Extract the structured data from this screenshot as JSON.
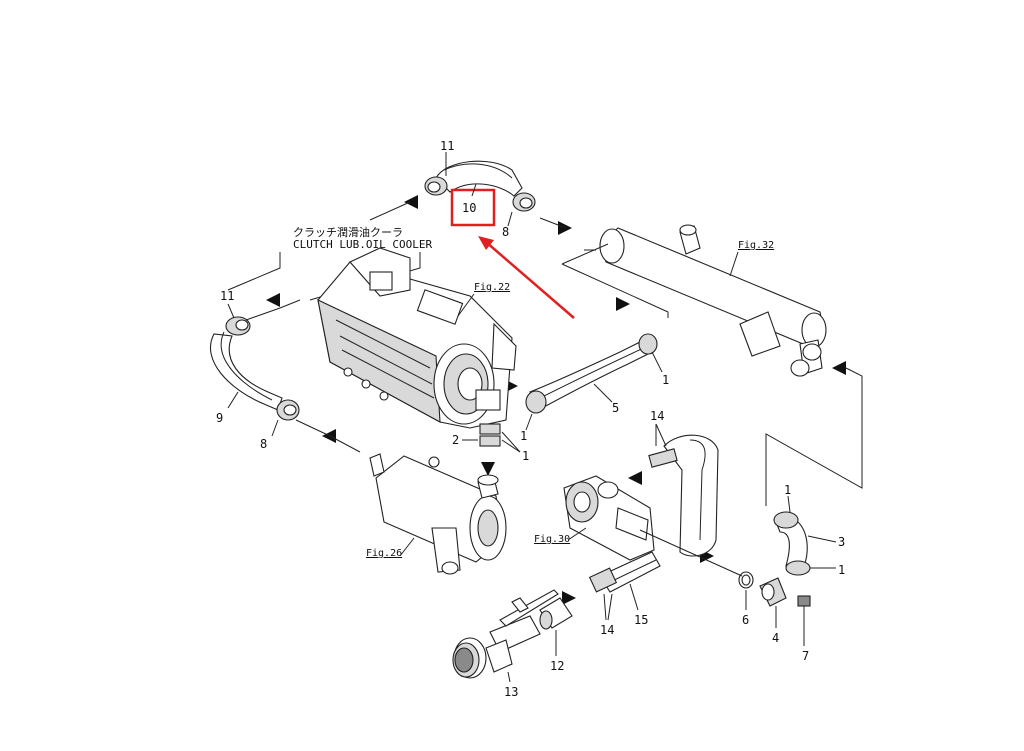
{
  "title": {
    "jp": "クラッチ潤滑油クーラ",
    "en": "CLUTCH LUB.OIL COOLER"
  },
  "figure_refs": {
    "fig32": "Fig.32",
    "fig22": "Fig.22",
    "fig26": "Fig.26",
    "fig30": "Fig.30"
  },
  "part_numbers": {
    "p11_top": "11",
    "p10": "10",
    "p8_top": "8",
    "p11_left": "11",
    "p9": "9",
    "p8_left": "8",
    "p1_hose5": "1",
    "p5": "5",
    "p1_under": "1",
    "p2": "2",
    "p1_pair": "1",
    "p14_top": "14",
    "p1_right": "1",
    "p3": "3",
    "p1_right_low": "1",
    "p6": "6",
    "p4": "4",
    "p7": "7",
    "p14_low": "14",
    "p15": "15",
    "p12": "12",
    "p13": "13"
  },
  "colors": {
    "highlight": "#e02020",
    "line": "#222222"
  }
}
